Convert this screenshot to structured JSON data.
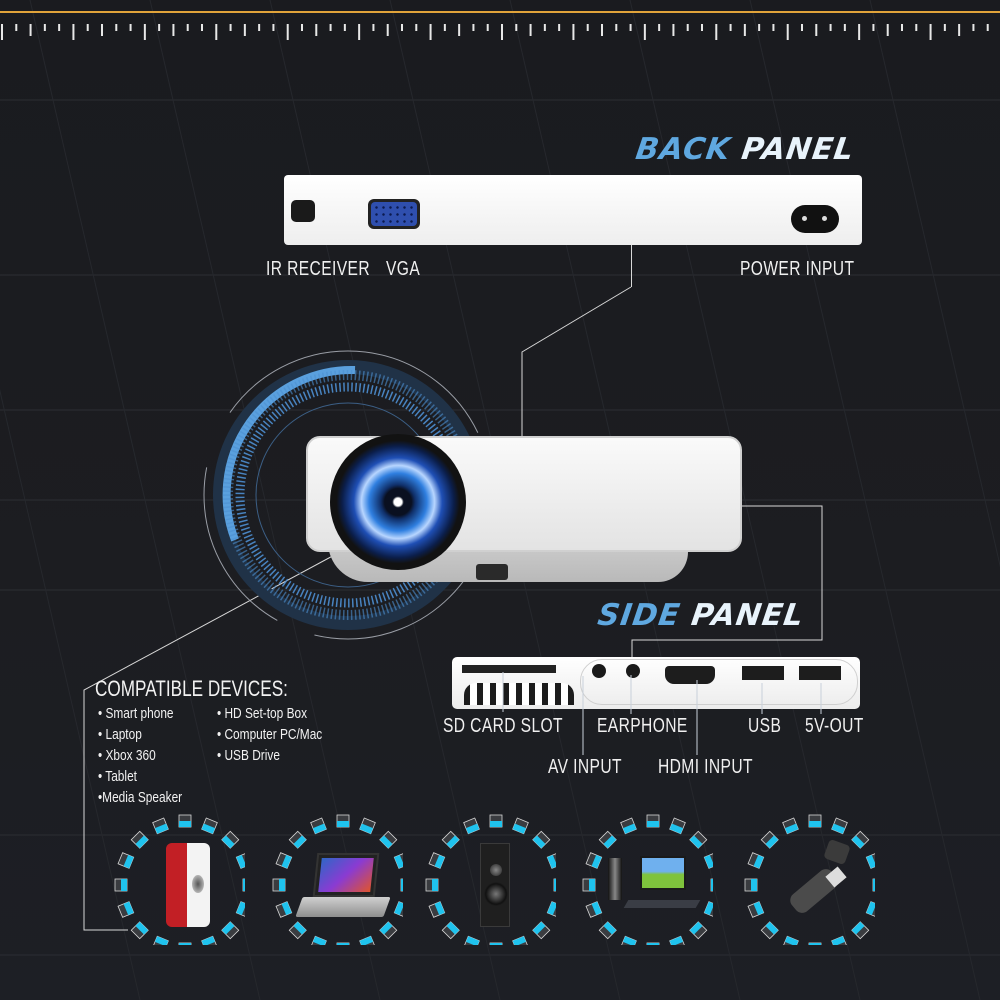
{
  "header": {
    "accent_color": "#e0a33a",
    "ruler_tick_count": 70
  },
  "back_panel": {
    "title_part1": "BACK",
    "title_part2": "PANEL",
    "ports": [
      {
        "id": "ir",
        "label": "IR RECEIVER"
      },
      {
        "id": "vga",
        "label": "VGA"
      },
      {
        "id": "power",
        "label": "POWER INPUT"
      }
    ]
  },
  "side_panel": {
    "title_part1": "SIDE",
    "title_part2": "PANEL",
    "ports": [
      {
        "id": "sd",
        "label": "SD CARD SLOT"
      },
      {
        "id": "av",
        "label": "AV INPUT"
      },
      {
        "id": "earphone",
        "label": "EARPHONE"
      },
      {
        "id": "hdmi",
        "label": "HDMI INPUT"
      },
      {
        "id": "usb",
        "label": "USB"
      },
      {
        "id": "5v",
        "label": "5V-OUT"
      }
    ]
  },
  "compatible": {
    "heading": "COMPATIBLE DEVICES:",
    "col1": [
      "• Smart phone",
      "• Laptop",
      "• Xbox 360",
      "• Tablet",
      "•Media Speaker"
    ],
    "col2": [
      "• HD Set-top Box",
      "• Computer PC/Mac",
      "• USB Drive"
    ]
  },
  "device_icons": [
    "smartphone-icon",
    "laptop-icon",
    "speaker-icon",
    "desktop-pc-icon",
    "usb-drive-icon"
  ],
  "colors": {
    "title_blue": "#5fa8e0",
    "title_white": "#e8f3fb",
    "ring_cyan": "#1fc3ee",
    "ring_gray": "#3a3c40"
  }
}
